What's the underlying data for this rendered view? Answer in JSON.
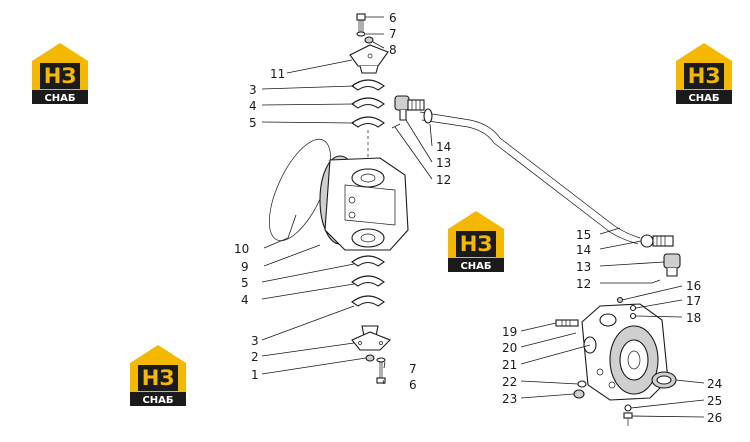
{
  "logo": {
    "mark": "НЗ",
    "word": "СНАБ",
    "colors": {
      "yellow": "#f5b800",
      "dark": "#1b1b1b",
      "light": "#ffffff"
    }
  },
  "callouts": [
    {
      "id": "c6-top",
      "label": "6"
    },
    {
      "id": "c7-top",
      "label": "7"
    },
    {
      "id": "c8",
      "label": "8"
    },
    {
      "id": "c11",
      "label": "11"
    },
    {
      "id": "c3-top",
      "label": "3"
    },
    {
      "id": "c4-top",
      "label": "4"
    },
    {
      "id": "c5-top",
      "label": "5"
    },
    {
      "id": "c14-top",
      "label": "14"
    },
    {
      "id": "c13-top",
      "label": "13"
    },
    {
      "id": "c12-top",
      "label": "12"
    },
    {
      "id": "c10",
      "label": "10"
    },
    {
      "id": "c9",
      "label": "9"
    },
    {
      "id": "c5-bot",
      "label": "5"
    },
    {
      "id": "c4-bot",
      "label": "4"
    },
    {
      "id": "c3-bot",
      "label": "3"
    },
    {
      "id": "c2",
      "label": "2"
    },
    {
      "id": "c1",
      "label": "1"
    },
    {
      "id": "c7-bot",
      "label": "7"
    },
    {
      "id": "c6-bot",
      "label": "6"
    },
    {
      "id": "c15",
      "label": "15"
    },
    {
      "id": "c14-bot",
      "label": "14"
    },
    {
      "id": "c13-bot",
      "label": "13"
    },
    {
      "id": "c12-bot",
      "label": "12"
    },
    {
      "id": "c16",
      "label": "16"
    },
    {
      "id": "c17",
      "label": "17"
    },
    {
      "id": "c18",
      "label": "18"
    },
    {
      "id": "c19",
      "label": "19"
    },
    {
      "id": "c20",
      "label": "20"
    },
    {
      "id": "c21",
      "label": "21"
    },
    {
      "id": "c22",
      "label": "22"
    },
    {
      "id": "c23",
      "label": "23"
    },
    {
      "id": "c24",
      "label": "24"
    },
    {
      "id": "c25",
      "label": "25"
    },
    {
      "id": "c26",
      "label": "26"
    }
  ]
}
